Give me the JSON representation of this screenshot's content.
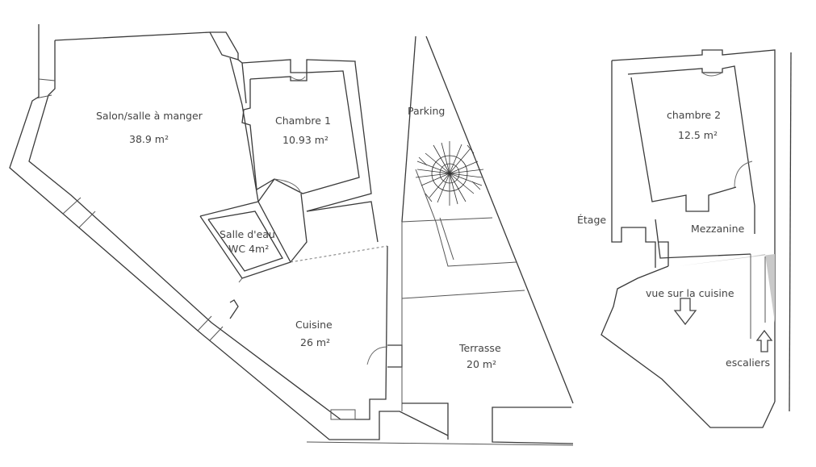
{
  "rooms": {
    "salon": {
      "name": "Salon/salle à manger",
      "area": "38.9 m²"
    },
    "chambre1": {
      "name": "Chambre 1",
      "area": "10.93 m²"
    },
    "salle_eau": {
      "name": "Salle d'eau",
      "area": "WC 4m²"
    },
    "cuisine": {
      "name": "Cuisine",
      "area": "26 m²"
    },
    "parking": {
      "name": "Parking"
    },
    "terrasse": {
      "name": "Terrasse",
      "area": "20 m²"
    },
    "chambre2": {
      "name": "chambre 2",
      "area": "12.5 m²"
    },
    "mezzanine": {
      "name": "Mezzanine"
    }
  },
  "labels": {
    "etage": "Étage",
    "vue_cuisine": "vue sur la cuisine",
    "escaliers": "escaliers"
  },
  "icons": [
    "tree-icon",
    "arrow-down-icon",
    "arrow-up-icon"
  ],
  "colors": {
    "walls": "#3a3a3a",
    "text": "#444444",
    "stair_shade": "#c9c9c9"
  }
}
